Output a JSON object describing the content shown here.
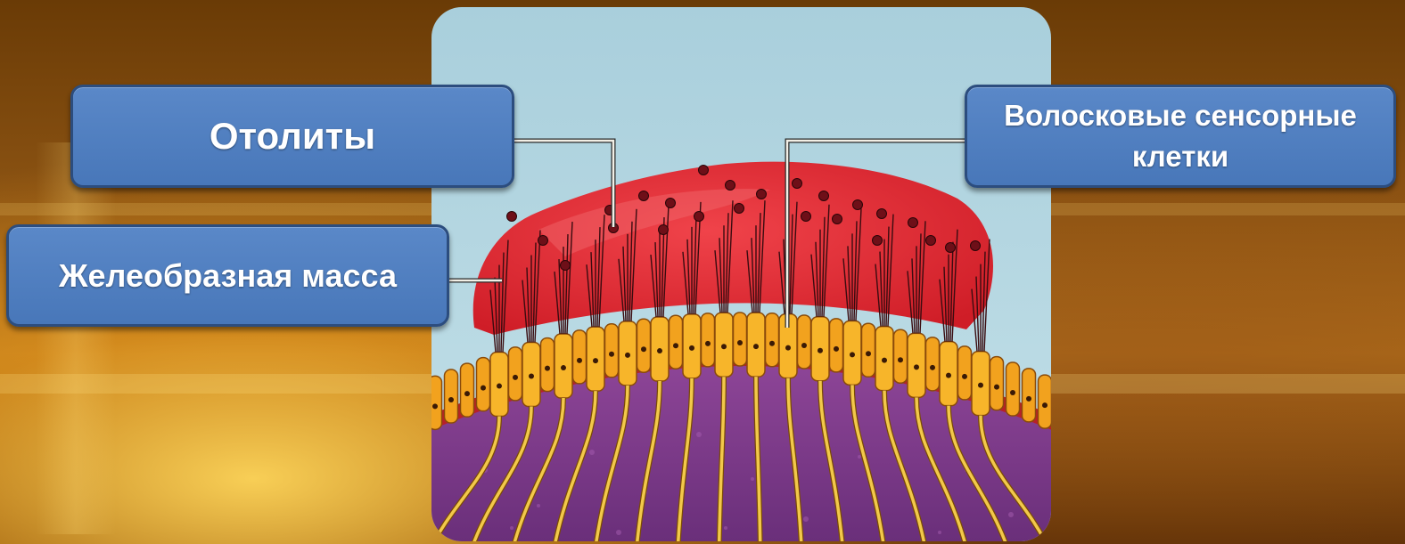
{
  "labels": {
    "otolity": "Отолиты",
    "hair_cells": "Волосковые сенсорные клетки",
    "gel_mass": "Желеобразная масса"
  },
  "colors": {
    "label_fill": "#4f7fc0",
    "label_border": "#2c4d7e",
    "sky": "#b9dbe6",
    "gel": "#e0262e",
    "otolith_dots": "#6e0f18",
    "hair_cells": "#f2a21e",
    "nerve_fibers": "#f2c84a",
    "basement_layer": "#b8202a",
    "connective_tissue": "#7d3a8a",
    "leader_lines": "#f2efe6"
  }
}
